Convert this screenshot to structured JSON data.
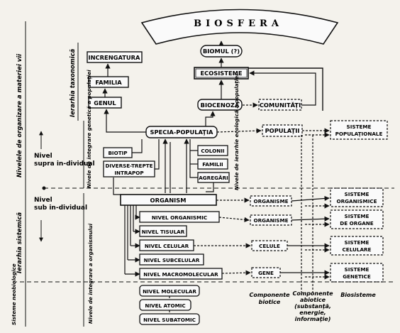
{
  "title": "BIOSFERA",
  "top_boxes": {
    "biomul": "BIOMUL (?)",
    "ecosisteme": "ECOSISTEME",
    "biocenoza": "BIOCENOZA",
    "comunitati": "COMUNITĂŢI",
    "populatii": "POPULAŢII",
    "specia_populatia": "SPECIA-POPULAŢIA"
  },
  "taxonomic": {
    "increngatura": "INCRENGATURA",
    "familia": "FAMILIA",
    "genul": "GENUL"
  },
  "population_level": {
    "biotip": "BIOTIP",
    "diverse": "DIVERSE-TREPTE INTRAPOP",
    "colonii": "COLONII",
    "familii": "FAMILII",
    "agregari": "AGREGĂRI"
  },
  "organism_level": {
    "organism": "ORGANISM",
    "organisme": "ORGANISME",
    "organisme2": "ORGANISME",
    "celule": "CELULE",
    "gene": "GENE"
  },
  "sub_levels": [
    "NIVEL ORGANISMIC",
    "NIVEL TISULAR",
    "NIVEL CELULAR",
    "NIVEL SUBCELULAR",
    "NIVEL MACROMOLECULAR",
    "NIVEL MOLECULAR",
    "NIVEL ATOMIC",
    "NIVEL SUBATOMIC"
  ],
  "biosisteme": {
    "populationale": "SISTEME POPULAŢIONALE",
    "organismice": "SISTEME ORGANISMICE",
    "organe": "SISTEME DE ORGANE",
    "celulare": "SISTEME CELULARE",
    "genetice": "SISTEME GENETICE"
  },
  "side_labels": {
    "nivelele_organizare": "Nivelele de organizare a materiei vii",
    "ierarhia_taxonomica": "Ierarhia taxonomică",
    "ierarhia_sistemica": "Ierarhia sistemică",
    "sisteme_neobiologice": "Sisteme neobiologice",
    "supraindividual": "Nivel supra in-dividual",
    "subindividual": "Nivel sub in-dividual",
    "integrare_genetica": "Nivele de integrare genetică a populaţiei",
    "integrare_organismului": "Nivele de integrare a organismului",
    "ecologica": "Nivele de ierarhie ecologică a populaţiei"
  },
  "captions": {
    "componente_biotice": "Componente biotice",
    "componente_abiotice": "Componente abiotice (substanţă, energie, informaţie)",
    "biosisteme": "Biosisteme"
  }
}
